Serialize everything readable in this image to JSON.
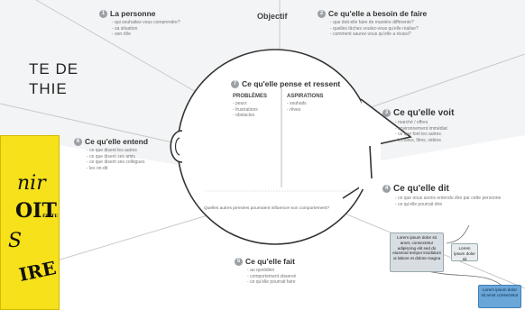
{
  "header": {
    "title_line1": "TE DE",
    "title_line2": "THIE",
    "objective_label": "Objectif"
  },
  "sections": {
    "personne": {
      "num": "1",
      "title": "La personne",
      "items": [
        "qui souhaitez-vous comprendre?",
        "sa situation",
        "son rôle"
      ]
    },
    "besoins": {
      "num": "2",
      "title": "Ce qu'elle a besoin de faire",
      "items": [
        "que doit-elle faire de manière différente?",
        "quelles tâches voulez-vous qu'elle réalise?",
        "comment saurez-vous qu'elle a réussi?"
      ]
    },
    "pense": {
      "num": "7",
      "title": "Ce qu'elle pense et ressent",
      "problemes_label": "PROBLÈMES",
      "problemes_items": [
        "peurs",
        "frustrations",
        "obstacles"
      ],
      "aspirations_label": "ASPIRATIONS",
      "aspirations_items": [
        "souhaits",
        "rêves"
      ],
      "question": "Quelles autres pensées pourraient influencer son comportement?"
    },
    "voit": {
      "num": "3",
      "title": "Ce qu'elle voit",
      "items": [
        "marché / offres",
        "environnement immédiat",
        "ce que font les autres",
        "lectures, films, vidéos"
      ]
    },
    "entend": {
      "num": "6",
      "title": "Ce qu'elle entend",
      "items": [
        "ce que disent les autres",
        "ce que disent ses amis",
        "ce que disent ses collègues",
        "les on-dit"
      ]
    },
    "dit": {
      "num": "4",
      "title": "Ce qu'elle dit",
      "items": [
        "ce que nous avons entendu dire par cette personne",
        "ce qu'elle pourrait dire"
      ]
    },
    "fait": {
      "num": "5",
      "title": "Ce qu'elle fait",
      "items": [
        "au quotidien",
        "comportement observé",
        "ce qu'elle pourrait faire"
      ]
    }
  },
  "poster": {
    "word1": "nir",
    "word2": "OIT",
    "word3": "S",
    "word4": "IRE",
    "word5": "ÉLITE"
  },
  "notes": {
    "note1": "Lorem ipsum dolor sit amet, consectetur adipiscing elit sed do eiusmod tempor incididunt ut labore et dolore magna",
    "note2": "Lorem ipsum dolor sit",
    "note3": "Lorem ipsum dolor sit amet consectetur"
  },
  "colors": {
    "poster": "#f6e11a",
    "note": "#d8dde3",
    "note_blue": "#6aa6d8",
    "line": "#c9c9c9"
  }
}
